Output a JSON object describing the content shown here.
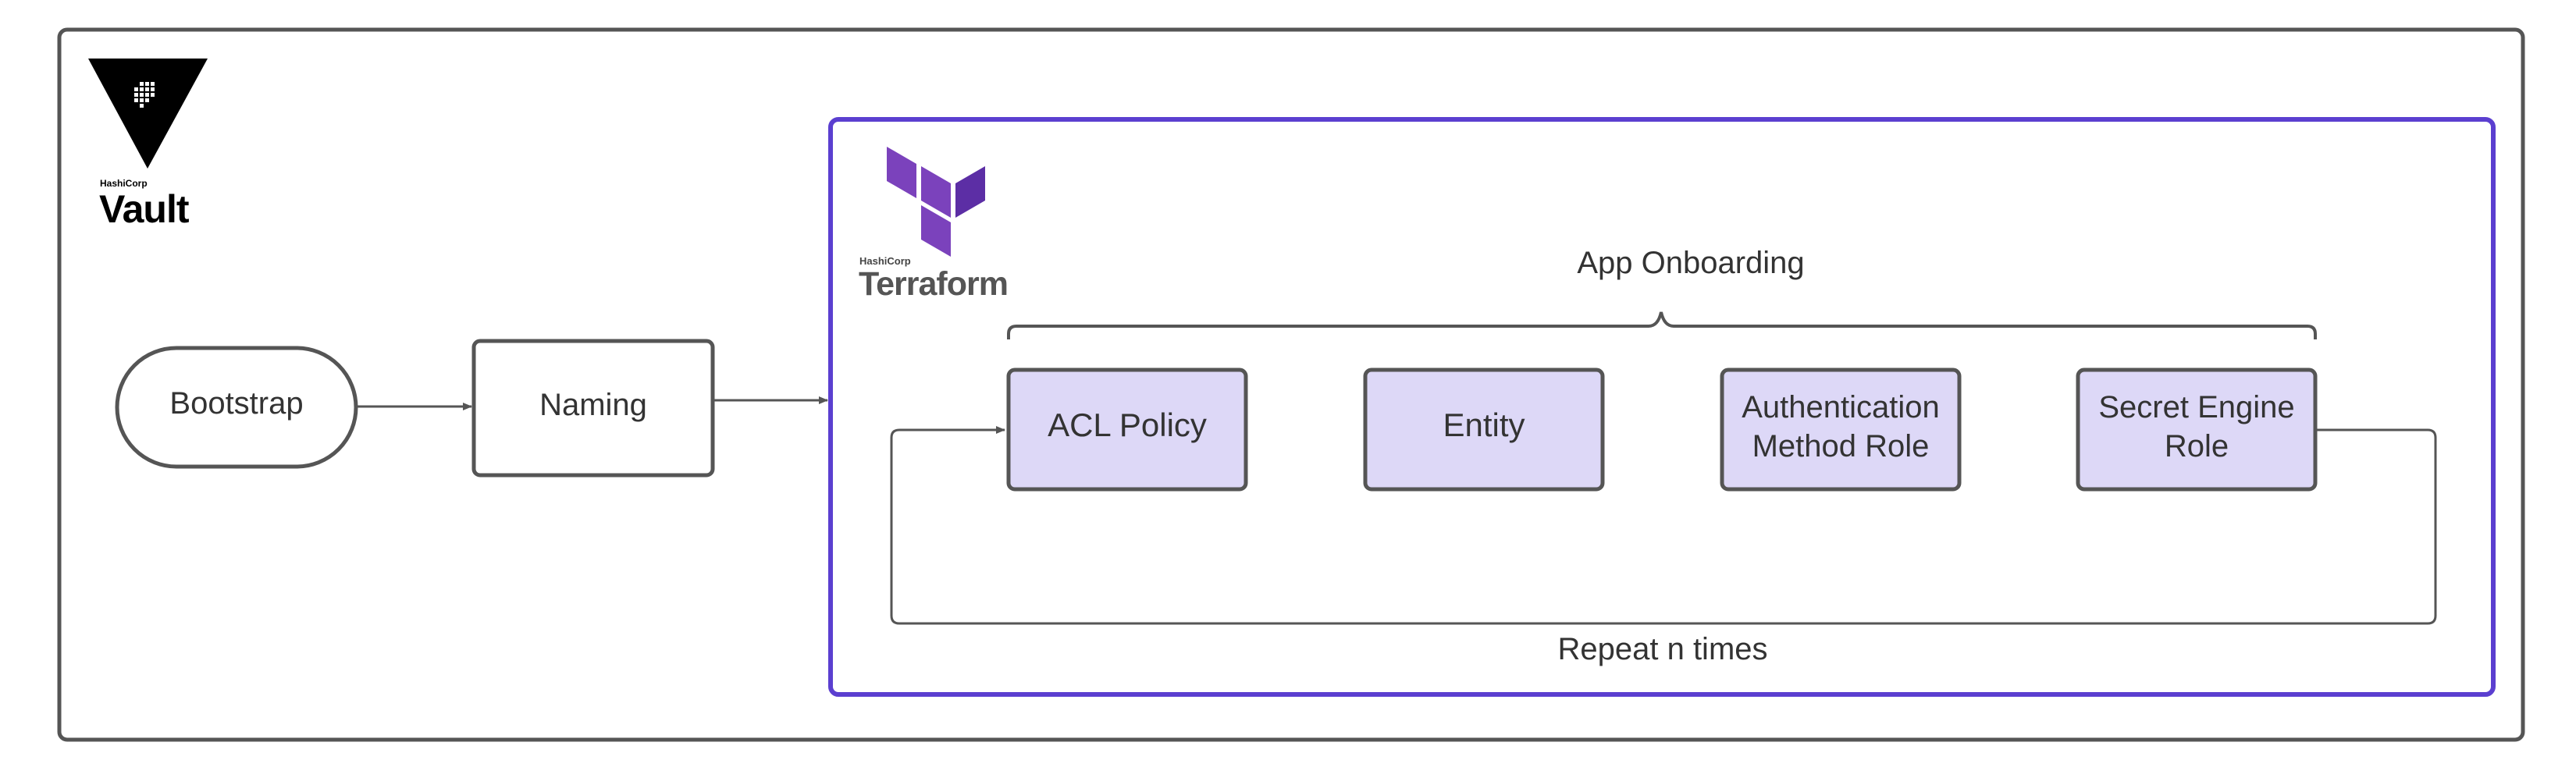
{
  "vault_logo": {
    "brand": "HashiCorp",
    "product": "Vault"
  },
  "terraform_logo": {
    "brand": "HashiCorp",
    "product": "Terraform"
  },
  "nodes": {
    "bootstrap": "Bootstrap",
    "naming": "Naming",
    "acl_policy": "ACL Policy",
    "entity": "Entity",
    "auth_method_role": [
      "Authentication",
      "Method Role"
    ],
    "secret_engine_role": [
      "Secret Engine",
      "Role"
    ]
  },
  "group_label": "App Onboarding",
  "loop_label": "Repeat n times",
  "colors": {
    "outer_frame": "#555555",
    "terraform_frame": "#5b3fd0",
    "resource_fill": "#ddd8f7",
    "terraform_purple": "#7b42bc",
    "terraform_purple_dark": "#5c2ea5",
    "text": "#333333"
  }
}
